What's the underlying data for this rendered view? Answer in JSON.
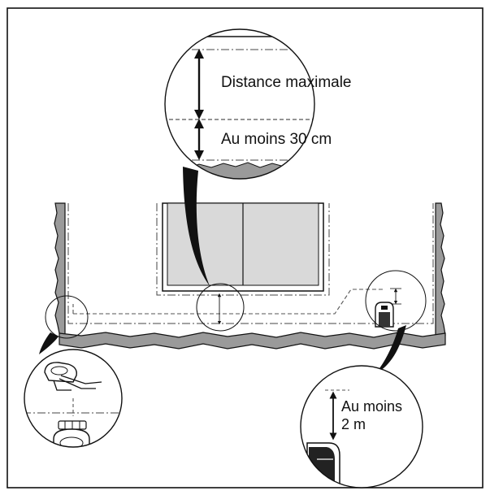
{
  "labels": {
    "max_distance": "Distance maximale",
    "min_30": "Au moins 30 cm",
    "min_2m_line1": "Au moins",
    "min_2m_line2": "2 m"
  },
  "colors": {
    "frame": "#111111",
    "house": "#d9d9d9",
    "ground": "#9a9a9a",
    "line": "#222222",
    "dash": "#555555"
  },
  "icons": {
    "charging_station": "charging-station-icon",
    "robot_mower": "robotic-mower-icon",
    "wire_connector": "boundary-wire-connector-icon"
  }
}
